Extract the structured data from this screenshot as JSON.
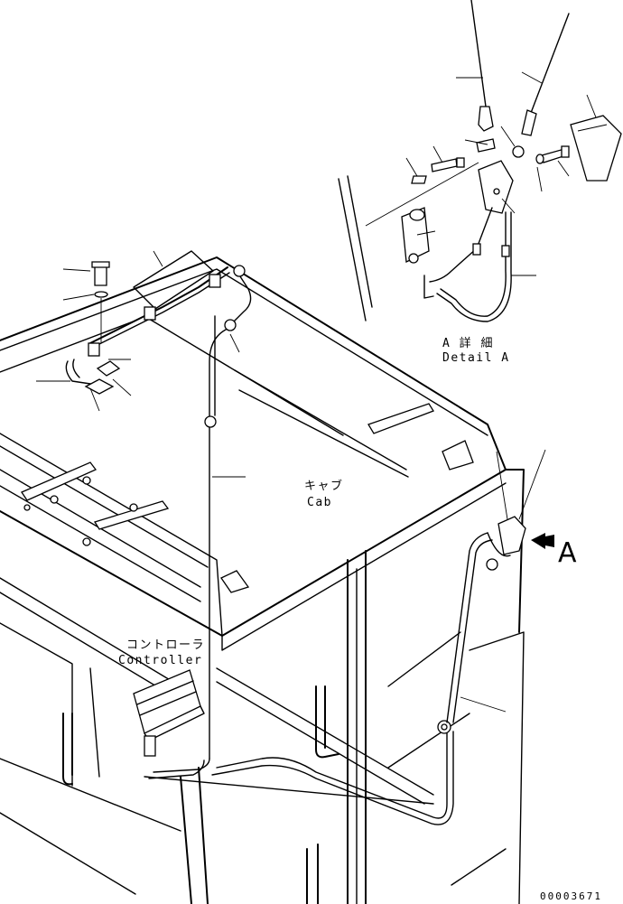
{
  "labels": {
    "detail_a_jp": "A 詳 細",
    "detail_a_en": "Detail A",
    "cab_jp": "キャブ",
    "cab_en": "Cab",
    "controller_jp": "コントローラ",
    "controller_en": "Controller",
    "view_marker": "A",
    "document_number": "00003671"
  }
}
